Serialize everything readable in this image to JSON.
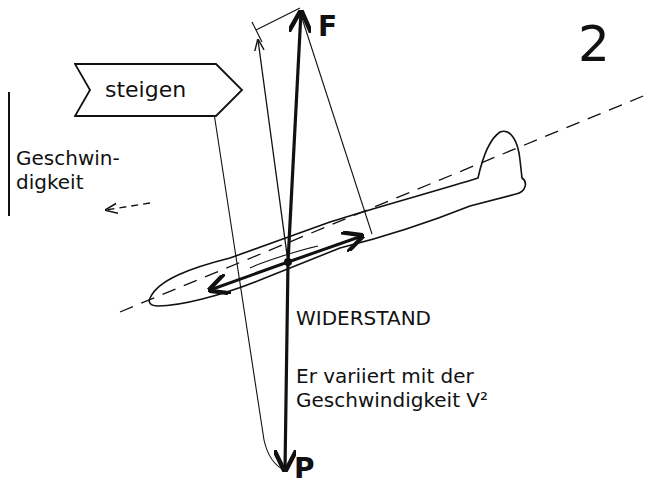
{
  "diagram": {
    "nodes": [
      {
        "text": [
          "steigen"
        ]
      }
    ],
    "labels": [
      "2",
      "F",
      "Geschwin- digkeit",
      "WIDERSTAND",
      "Er variiert mit der Geschwindigkeit V²",
      "P"
    ]
  }
}
